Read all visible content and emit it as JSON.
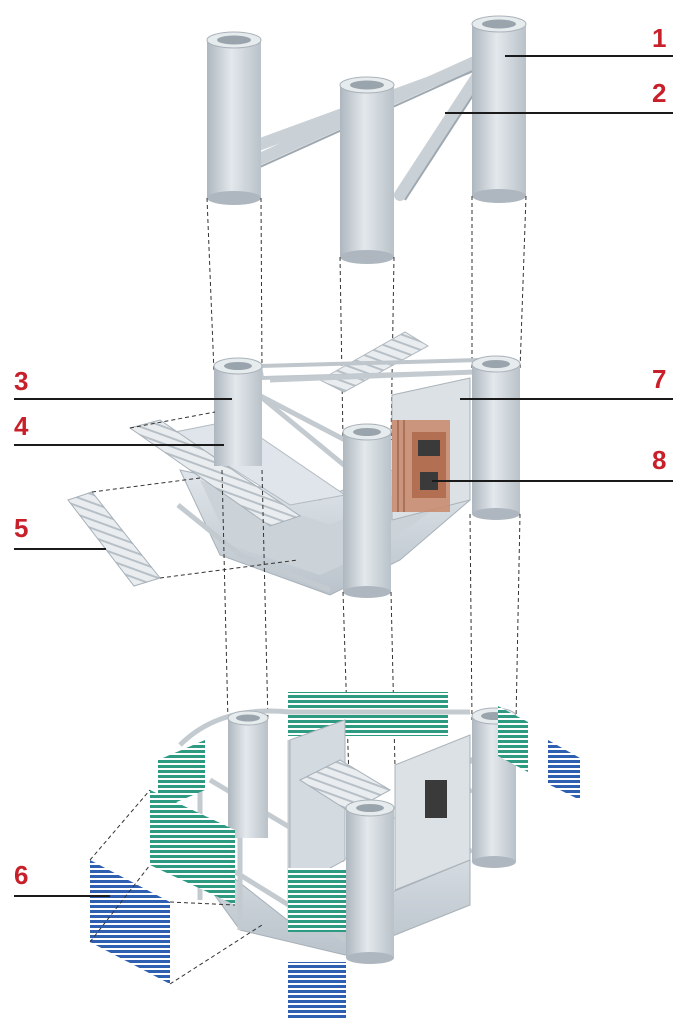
{
  "diagram": {
    "accent_color": "#c8202a",
    "structure_color": "#cfd6dc",
    "glazing_primary_color": "#2f5fb0",
    "glazing_secondary_color": "#2e9a82",
    "core_color": "#c98c70",
    "callouts": [
      {
        "id": "1",
        "label": "1"
      },
      {
        "id": "2",
        "label": "2"
      },
      {
        "id": "3",
        "label": "3"
      },
      {
        "id": "4",
        "label": "4"
      },
      {
        "id": "5",
        "label": "5"
      },
      {
        "id": "6",
        "label": "6"
      },
      {
        "id": "7",
        "label": "7"
      },
      {
        "id": "8",
        "label": "8"
      }
    ]
  }
}
